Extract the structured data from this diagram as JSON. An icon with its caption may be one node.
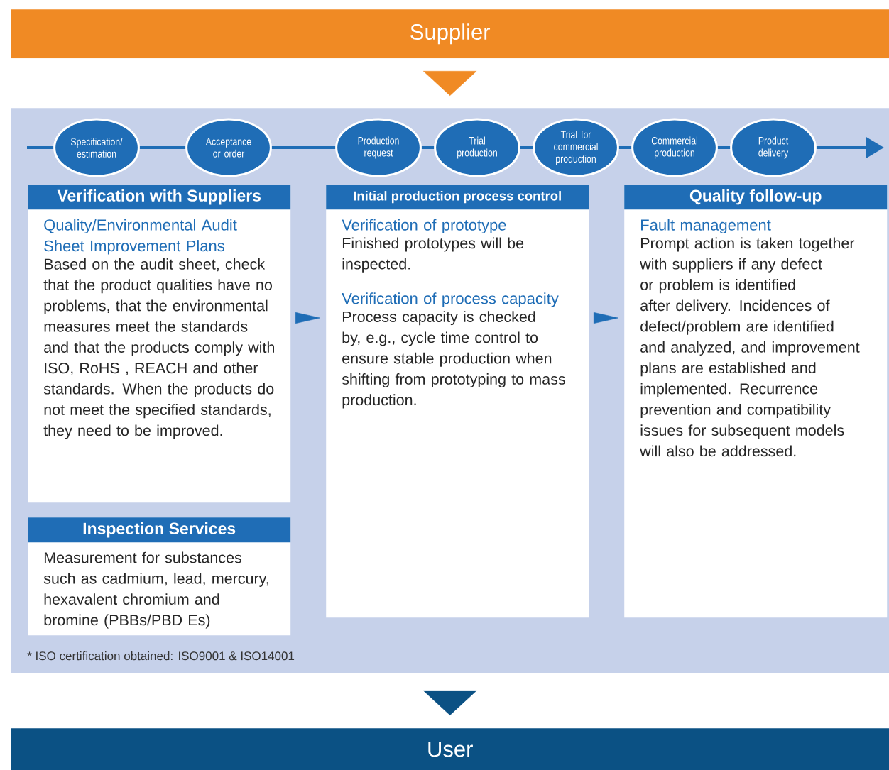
{
  "diagram": {
    "nodes": [
      {
        "text": [
          "Supplier"
        ]
      },
      {
        "text": [],
        "shape": "box"
      },
      {
        "text": [
          "Specification/ estimation"
        ],
        "in": 1
      },
      {
        "text": [
          "Acceptance or order"
        ],
        "in": 1
      },
      {
        "text": [
          "Production request"
        ],
        "in": 1
      },
      {
        "text": [
          "Trial production"
        ],
        "in": 1
      },
      {
        "text": [
          "Trial for commercial production"
        ],
        "in": 1
      },
      {
        "text": [
          "Commercial production"
        ],
        "in": 1
      },
      {
        "text": [
          "Product delivery"
        ],
        "in": 1
      },
      {
        "text": [
          "Verification with Suppliers",
          "Quality/Environmental Audit Sheet Improvement Plans",
          "Based on the audit sheet, check that the product qualities have no problems, that the environmental measures meet the standards and that the products comply with ISO, RoHS , REACH and other standards. When the products do not meet the specified standards, they need to be improved."
        ],
        "in": 1
      },
      {
        "text": [
          "Inspection Services",
          "Measurement for substances such as cadmium, lead, mercury, hexavalent chromium and bromine (PBBs/PBD Es)"
        ],
        "in": 1
      },
      {
        "text": [
          "Initial production process control",
          "Verification of prototype",
          "Finished prototypes will be inspected.",
          "Verification of process capacity",
          "Process capacity is checked by, e.g., cycle time control to ensure stable production when shifting from prototyping to mass production."
        ],
        "in": 1
      },
      {
        "text": [
          "Quality follow-up",
          "Fault management",
          "Prompt action is taken together with suppliers if any defect or problem is identified after delivery. Incidences of defect/problem are identified and analyzed, and improvement plans are established and implemented. Recurrence prevention and compatibility issues for subsequent models will also be addressed."
        ],
        "in": 1
      },
      {
        "text": [
          "User"
        ]
      }
    ],
    "edges": [
      {
        "from": 0,
        "to": 1,
        "arrow": "to",
        "color": "#f08a24"
      },
      {
        "from": 1,
        "to": 13,
        "arrow": "to",
        "color": "#0b5184"
      },
      {
        "from": null,
        "to": 2,
        "arrow": "none"
      },
      {
        "from": 2,
        "to": 3,
        "arrow": "none"
      },
      {
        "from": 3,
        "to": 4,
        "arrow": "none"
      },
      {
        "from": 4,
        "to": 5,
        "arrow": "none"
      },
      {
        "from": 5,
        "to": 6,
        "arrow": "none"
      },
      {
        "from": 6,
        "to": 7,
        "arrow": "none"
      },
      {
        "from": 7,
        "to": 8,
        "arrow": "none"
      },
      {
        "from": 8,
        "to": null,
        "arrow": "to"
      },
      {
        "from": 9,
        "to": 11,
        "arrow": "to"
      },
      {
        "from": 11,
        "to": 12,
        "arrow": "to"
      }
    ],
    "labels": [
      "* ISO certification obtained: ISO9001 & ISO14001"
    ]
  }
}
